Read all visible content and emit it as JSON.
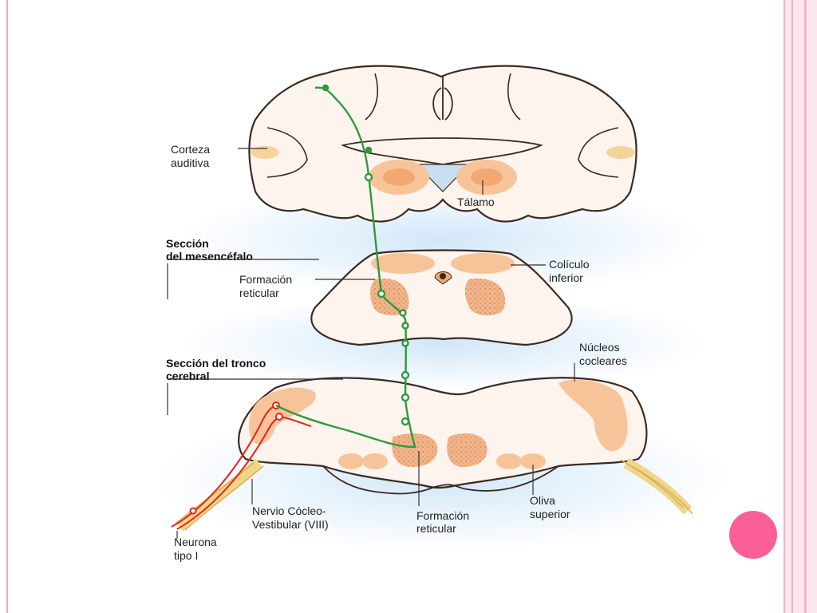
{
  "colors": {
    "frame_pink": "#f5b3cb",
    "dot_pink": "#fb5f97",
    "tissue": "#fdf4ee",
    "nucleus_orange": "#f7c49a",
    "pathway_green": "#2e9a3c",
    "neuron_red": "#e0251f",
    "nerve_yellow": "#f1d58a",
    "glow_blue": "#cfe6f8"
  },
  "labels": {
    "corteza_1": "Corteza",
    "corteza_2": "auditiva",
    "talamo": "Tálamo",
    "mesencefalo_1": "Sección",
    "mesencefalo_2": "del mesencéfalo",
    "formacion_mid_1": "Formación",
    "formacion_mid_2": "reticular",
    "coliculo_1": "Colículo",
    "coliculo_2": "inferior",
    "tronco_1": "Sección del tronco",
    "tronco_2": "cerebral",
    "nucleos_1": "Núcleos",
    "nucleos_2": "cocleares",
    "nervio_1": "Nervio Cócleo-",
    "nervio_2": "Vestibular (VIII)",
    "formacion_low_1": "Formación",
    "formacion_low_2": "reticular",
    "oliva_1": "Oliva",
    "oliva_2": "superior",
    "neurona_1": "Neurona",
    "neurona_2": "tipo I"
  }
}
